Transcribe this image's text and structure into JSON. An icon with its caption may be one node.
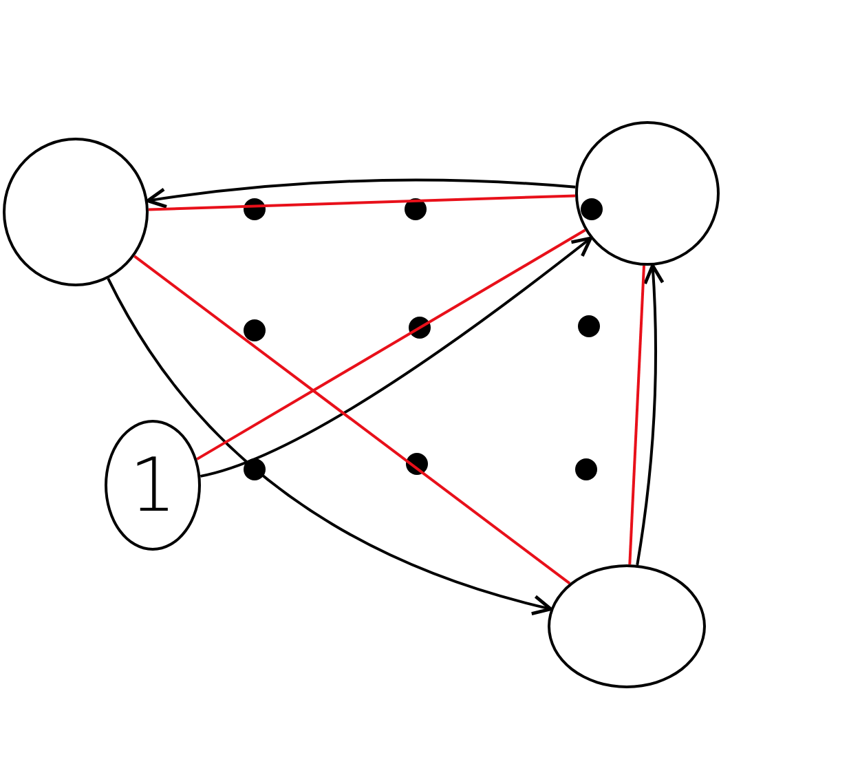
{
  "diagram": {
    "nodes": [
      {
        "text": [],
        "shape": "circle"
      },
      {
        "text": [],
        "shape": "circle"
      },
      {
        "text": [
          "1"
        ]
      },
      {
        "text": [],
        "shape": "circle"
      }
    ],
    "edges": [
      {
        "from": 2,
        "to": 1,
        "arrow": "to"
      },
      {
        "from": 1,
        "to": 0,
        "arrow": "to"
      },
      {
        "from": 0,
        "to": 3,
        "arrow": "to"
      },
      {
        "from": 3,
        "to": 1,
        "arrow": "to"
      },
      {
        "from": 2,
        "to": 1,
        "arrow": "none",
        "color": "#e8101a"
      },
      {
        "from": 1,
        "to": 3,
        "arrow": "none",
        "color": "#e8101a"
      },
      {
        "from": 3,
        "to": 0,
        "arrow": "none",
        "color": "#e8101a"
      },
      {
        "from": 0,
        "to": 1,
        "arrow": "none",
        "color": "#e8101a"
      }
    ]
  }
}
